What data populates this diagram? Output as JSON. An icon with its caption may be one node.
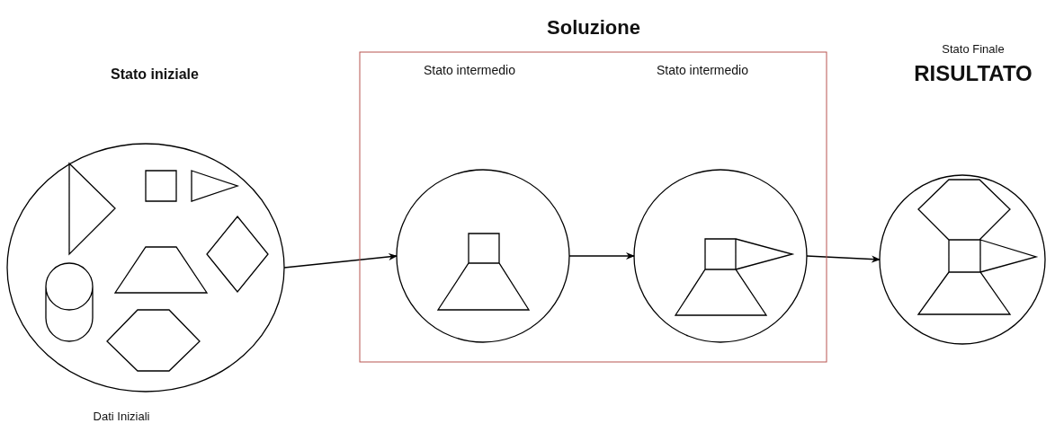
{
  "diagram": {
    "nodes": [
      {
        "text": [
          "Stato iniziale",
          "Dati Iniziali"
        ]
      },
      {
        "text": [
          "Soluzione"
        ]
      },
      {
        "text": [],
        "shape": "circle",
        "in": 1
      },
      {
        "text": [],
        "shape": "circle",
        "in": 1
      },
      {
        "text": [],
        "shape": "circle"
      }
    ],
    "edges": [
      {
        "from": 0,
        "to": 2,
        "arrow": "to"
      },
      {
        "from": 2,
        "to": 3,
        "arrow": "to"
      },
      {
        "from": 3,
        "to": 4,
        "arrow": "to"
      }
    ],
    "labels": [
      "Stato intermedio",
      "Stato intermedio",
      "Stato Finale",
      "RISULTATO"
    ]
  }
}
